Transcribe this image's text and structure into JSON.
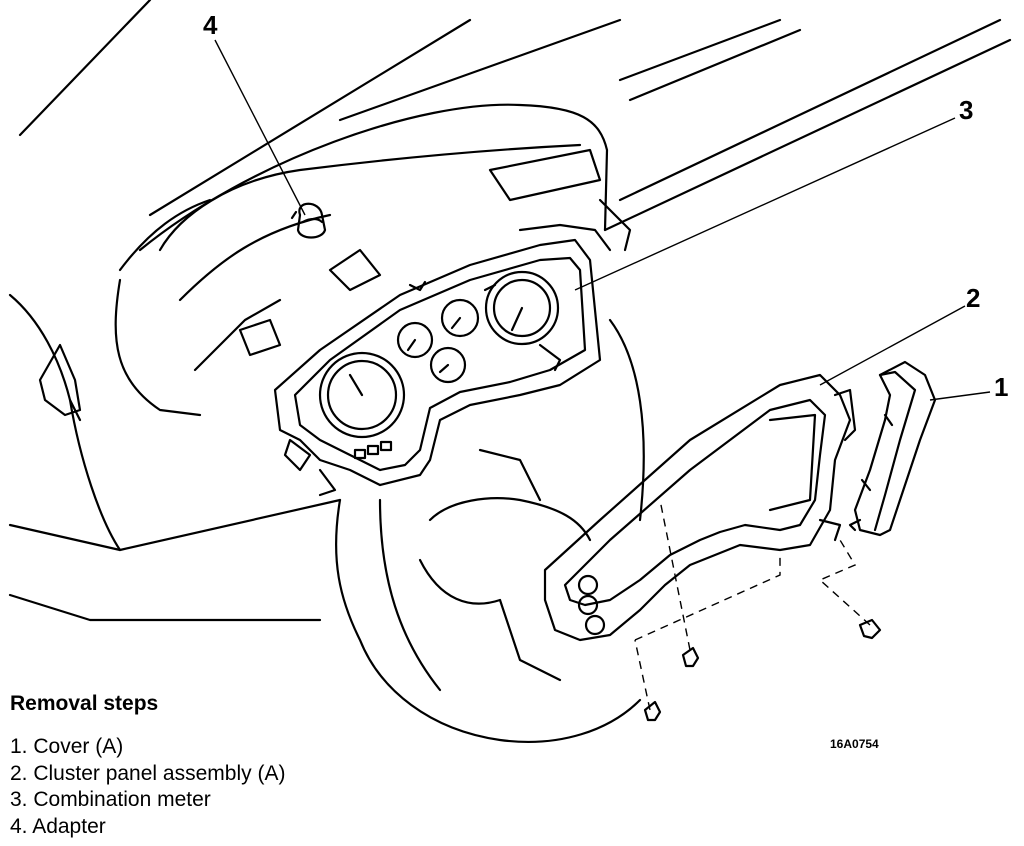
{
  "callouts": {
    "c1": "1",
    "c2": "2",
    "c3": "3",
    "c4": "4"
  },
  "figure_code": "16A0754",
  "removal": {
    "heading": "Removal steps",
    "steps": [
      "1. Cover (A)",
      "2. Cluster panel assembly (A)",
      "3. Combination meter",
      "4. Adapter"
    ]
  },
  "colors": {
    "ink": "#000000",
    "paper": "#ffffff"
  }
}
